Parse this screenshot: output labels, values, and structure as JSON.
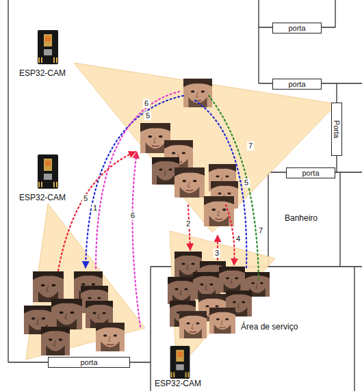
{
  "diagram": {
    "nodes": [
      {
        "text": [
          "porta"
        ]
      },
      {
        "text": [
          "porta"
        ]
      },
      {
        "text": [
          "Porta"
        ]
      },
      {
        "text": [
          "porta"
        ]
      },
      {
        "text": [
          "porta"
        ]
      }
    ],
    "labels": [
      "ESP32-CAM",
      "6",
      "5",
      "7",
      "ESP32-CAM",
      "5",
      "1",
      "6",
      "2",
      "5",
      "4",
      "Banheiro",
      "3",
      "7",
      "Área de serviço",
      "ESP32-CAM"
    ]
  }
}
